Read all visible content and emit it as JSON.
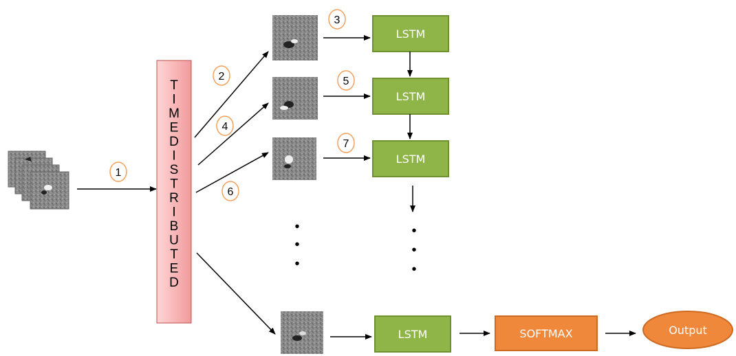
{
  "colors": {
    "lstm_fill": "#8fb447",
    "lstm_stroke": "#6f9030",
    "softmax_fill": "#f0883c",
    "softmax_stroke": "#cc6a22",
    "output_fill": "#f0883c",
    "timedistributed_fill": "#f5a8aa",
    "timedistributed_stroke": "#c0504d",
    "step_circle_stroke": "#f5a05a",
    "frame_gray": "#8c8c8c"
  },
  "timedistributed": {
    "letters": [
      "T",
      "I",
      "M",
      "E",
      "D",
      "I",
      "S",
      "T",
      "R",
      "I",
      "B",
      "U",
      "T",
      "E",
      "D"
    ]
  },
  "steps": [
    "1",
    "2",
    "3",
    "4",
    "5",
    "6",
    "7"
  ],
  "lstm_labels": [
    "LSTM",
    "LSTM",
    "LSTM",
    "LSTM"
  ],
  "softmax_label": "SOFTMAX",
  "output_label": "Output",
  "ellipsis_dots": [
    "•",
    "•",
    "•"
  ]
}
